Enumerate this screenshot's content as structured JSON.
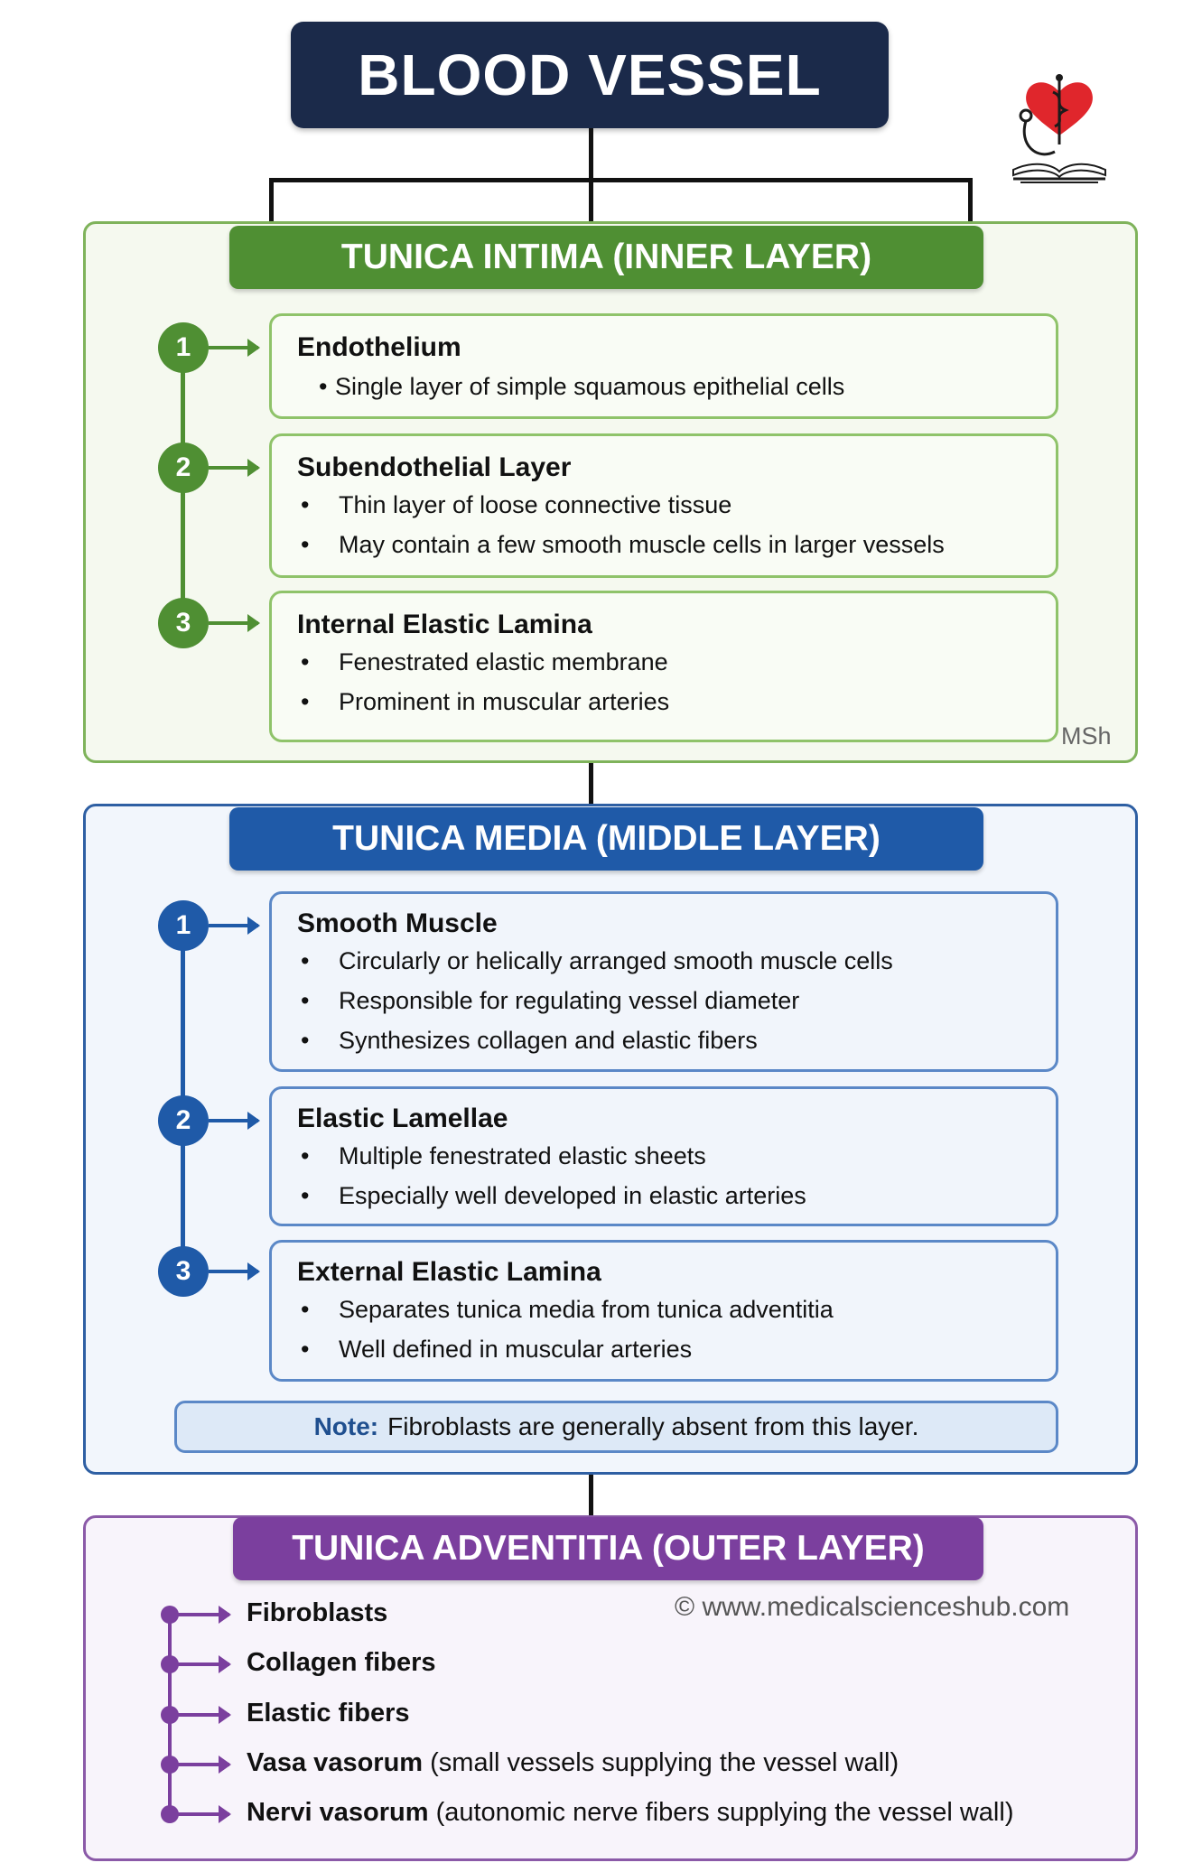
{
  "title": "BLOOD VESSEL",
  "watermark": "MSh",
  "copyright": "© www.medicalscienceshub.com",
  "colors": {
    "title_bg": "#1b2a4a",
    "intima": "#4f8f33",
    "media": "#1f5aa8",
    "adventitia": "#7b3f9e"
  },
  "intima": {
    "header": "TUNICA INTIMA (INNER LAYER)",
    "items": [
      {
        "num": "1",
        "title": "Endothelium",
        "bullets": [
          "Single layer of simple squamous epithelial cells"
        ]
      },
      {
        "num": "2",
        "title": "Subendothelial Layer",
        "bullets": [
          "Thin layer of loose connective tissue",
          "May contain a few smooth muscle cells in larger vessels"
        ]
      },
      {
        "num": "3",
        "title": "Internal Elastic Lamina",
        "bullets": [
          "Fenestrated elastic membrane",
          "Prominent in muscular arteries"
        ]
      }
    ]
  },
  "media": {
    "header": "TUNICA MEDIA (MIDDLE LAYER)",
    "items": [
      {
        "num": "1",
        "title": "Smooth Muscle",
        "bullets": [
          "Circularly or helically arranged smooth muscle cells",
          "Responsible for regulating vessel diameter",
          "Synthesizes collagen and elastic fibers"
        ]
      },
      {
        "num": "2",
        "title": "Elastic Lamellae",
        "bullets": [
          "Multiple fenestrated elastic sheets",
          "Especially well developed in elastic arteries"
        ]
      },
      {
        "num": "3",
        "title": "External Elastic Lamina",
        "bullets": [
          "Separates tunica media from tunica adventitia",
          "Well defined in muscular arteries"
        ]
      }
    ],
    "note_label": "Note:",
    "note_text": "Fibroblasts are generally absent from this layer."
  },
  "adventitia": {
    "header": "TUNICA ADVENTITIA (OUTER LAYER)",
    "items": [
      {
        "term": "Fibroblasts",
        "desc": ""
      },
      {
        "term": "Collagen fibers",
        "desc": ""
      },
      {
        "term": "Elastic fibers",
        "desc": ""
      },
      {
        "term": "Vasa vasorum",
        "desc": "(small vessels supplying the vessel wall)"
      },
      {
        "term": "Nervi vasorum",
        "desc": "(autonomic nerve fibers supplying the vessel wall)"
      }
    ]
  }
}
